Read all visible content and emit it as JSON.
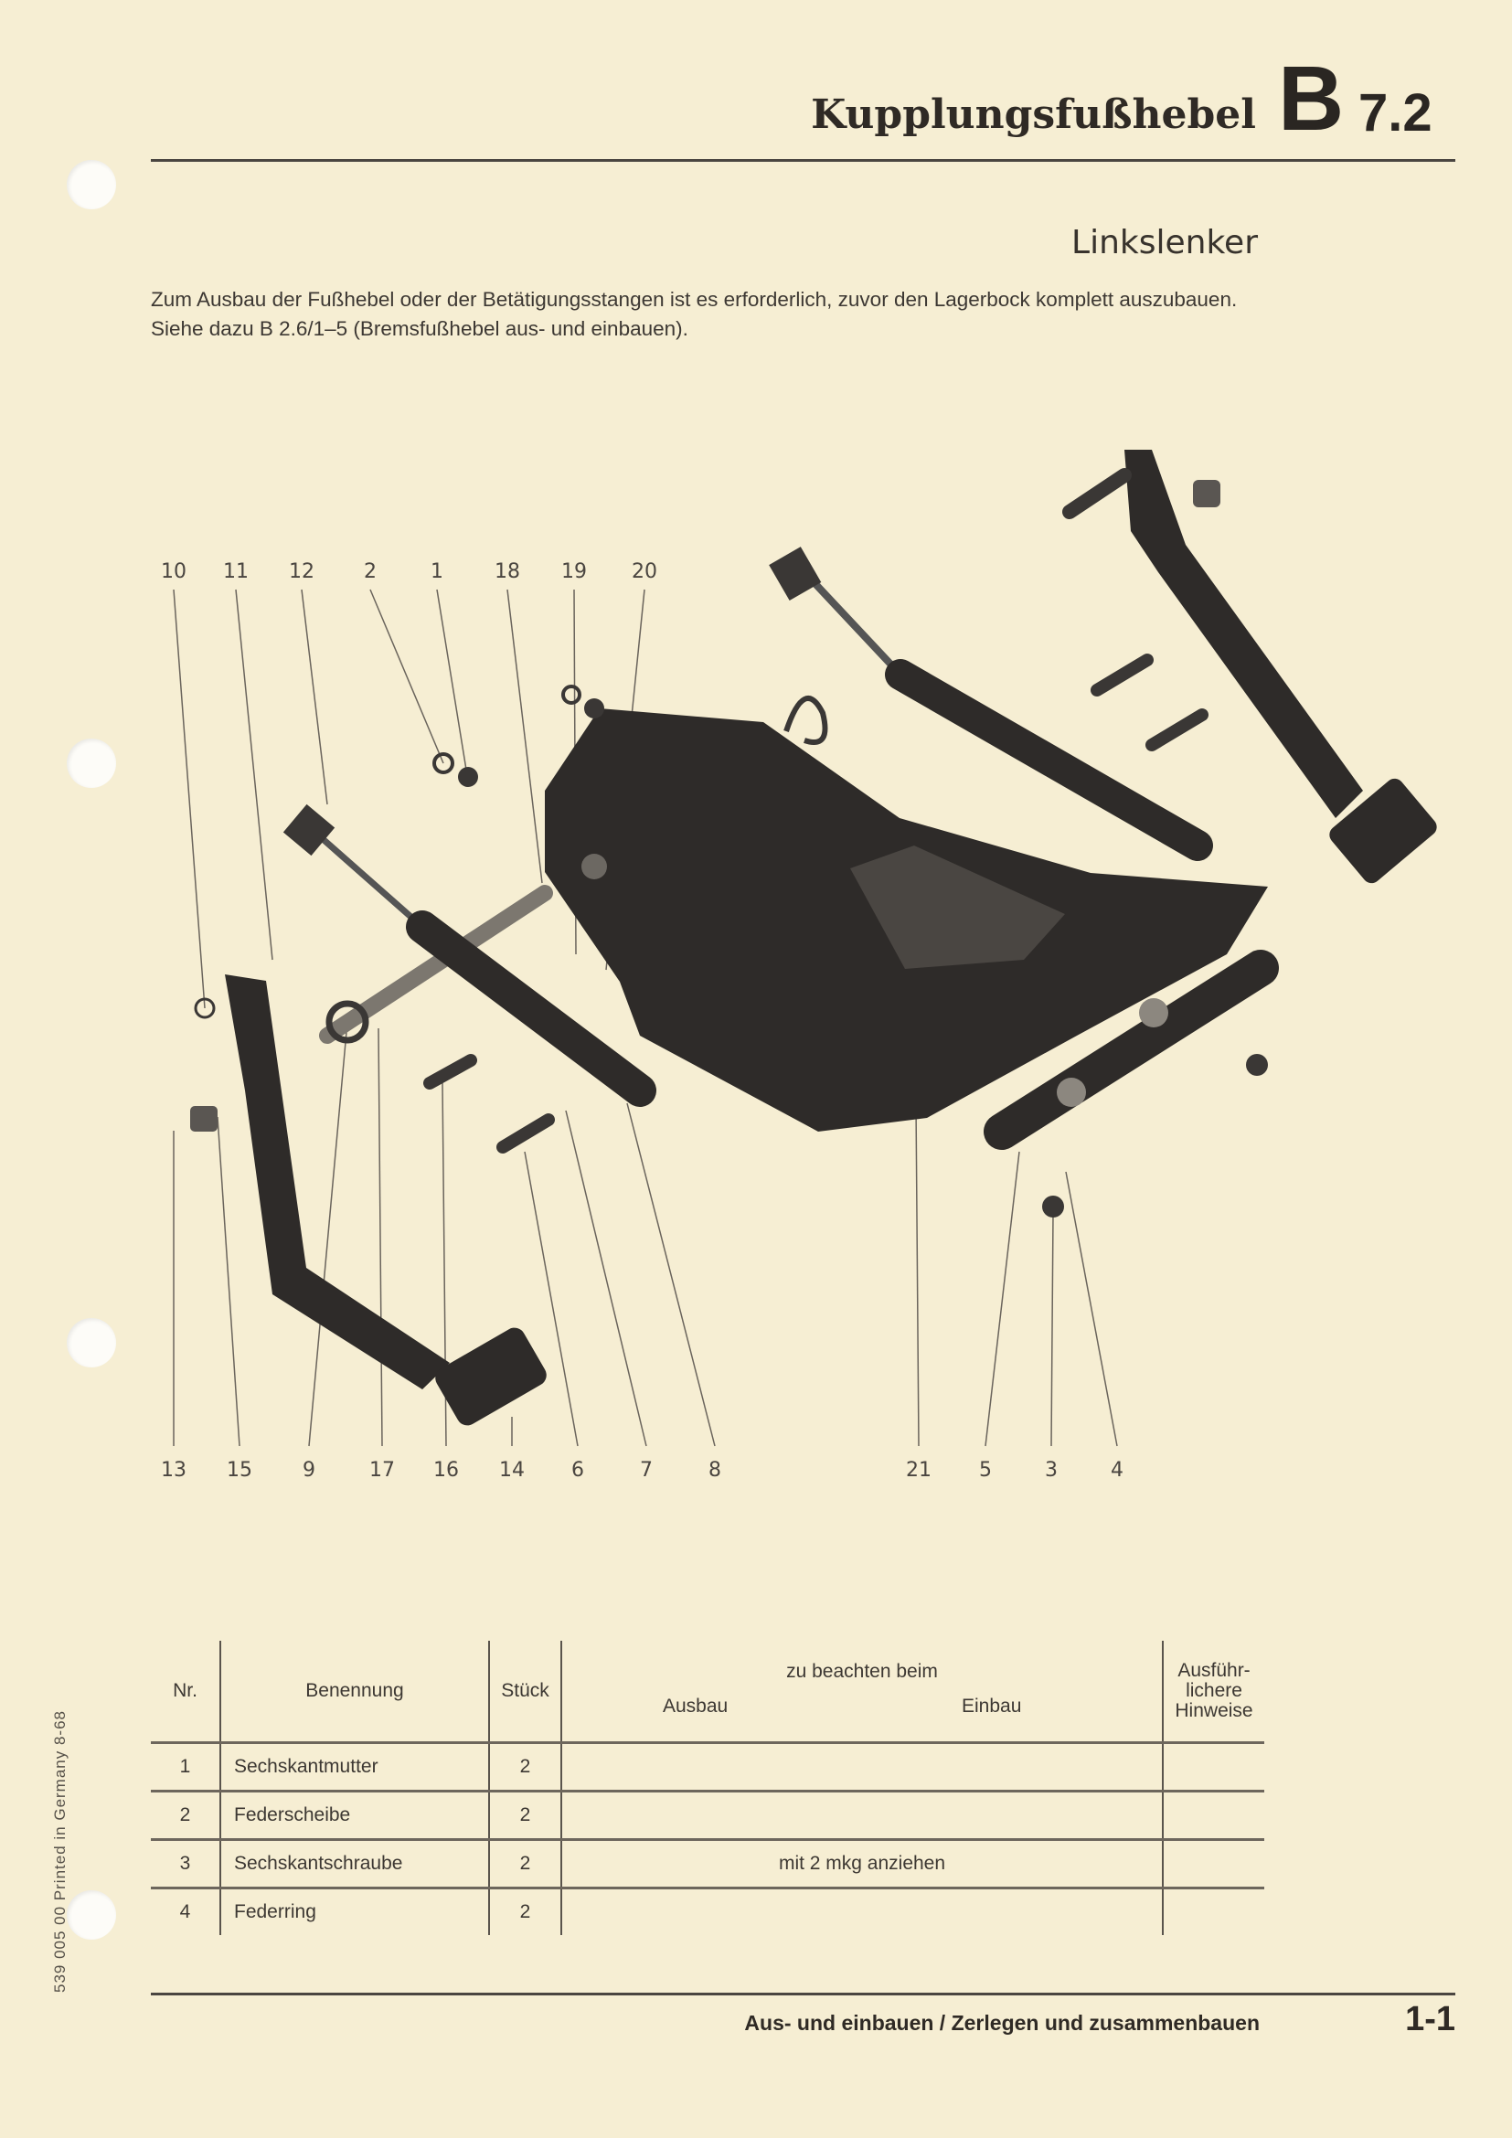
{
  "header": {
    "title": "Kupplungsfußhebel",
    "section_letter": "B",
    "section_number": "7.2"
  },
  "subtitle": "Linkslenker",
  "intro": "Zum Ausbau der Fußhebel oder der Betätigungsstangen ist es erforderlich, zuvor den Lagerbock komplett auszubauen. Siehe dazu B 2.6/1–5 (Bremsfußhebel aus- und einbauen).",
  "diagram": {
    "top_labels": [
      "10",
      "11",
      "12",
      "2",
      "1",
      "18",
      "19",
      "20"
    ],
    "bottom_labels": [
      "13",
      "15",
      "9",
      "17",
      "16",
      "14",
      "6",
      "7",
      "8",
      "21",
      "5",
      "3",
      "4"
    ]
  },
  "table": {
    "headers": {
      "nr": "Nr.",
      "name": "Benennung",
      "qty": "Stück",
      "note_group": "zu beachten beim",
      "removal": "Ausbau",
      "install": "Einbau",
      "details": "Ausführ-lichere Hinweise"
    },
    "rows": [
      {
        "nr": "1",
        "name": "Sechskantmutter",
        "qty": "2",
        "note": ""
      },
      {
        "nr": "2",
        "name": "Federscheibe",
        "qty": "2",
        "note": ""
      },
      {
        "nr": "3",
        "name": "Sechskantschraube",
        "qty": "2",
        "note": "mit 2 mkg anziehen"
      },
      {
        "nr": "4",
        "name": "Federring",
        "qty": "2",
        "note": ""
      }
    ]
  },
  "footer": {
    "text": "Aus- und einbauen / Zerlegen und zusammenbauen",
    "page": "1-1"
  },
  "side_note": "539 005 00   Printed in Germany   8-68"
}
